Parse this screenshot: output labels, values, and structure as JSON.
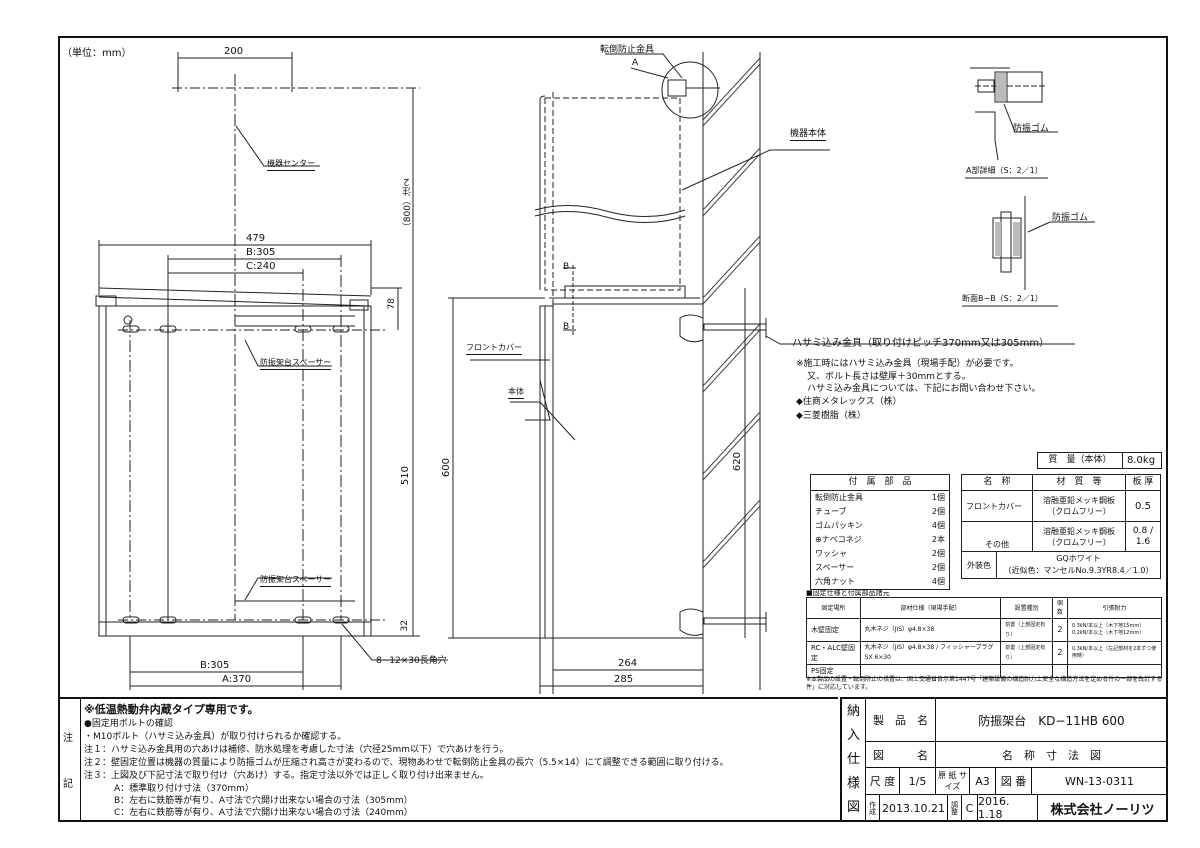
{
  "unit_label": "（単位：mm）",
  "front_view": {
    "dim_top": "200",
    "center_label": "機器センター",
    "dim_800": "（800）注２",
    "dim_479": "479",
    "dim_b305_top": "B:305",
    "dim_c240": "C:240",
    "dim_78": "78",
    "spacer_upper": "防振架台スペーサー",
    "spacer_lower": "防振架台スペーサー",
    "dim_510": "510",
    "dim_32": "32",
    "slot_label": "8−12×30長角穴",
    "dim_b305_bottom": "B:305",
    "dim_a370": "A:370"
  },
  "side_view": {
    "tip_bracket": "転倒防止金具",
    "label_a": "A",
    "unit_body_label": "機器本体",
    "section_b_top": "B",
    "section_b_bottom": "B",
    "front_cover": "フロントカバー",
    "main_body": "本体",
    "dim_600": "600",
    "dim_620": "620",
    "dim_264": "264",
    "dim_285": "285"
  },
  "detail_a": {
    "rubber": "防振ゴム",
    "caption": "A部詳細（S：2／1）"
  },
  "section_bb": {
    "rubber": "防振ゴム",
    "caption": "断面B−B（S：2／1）"
  },
  "clamp_note": {
    "title": "ハサミ込み金具（取り付けピッチ370mm又は305mm）",
    "lines": [
      "※施工時にはハサミ込み金具（現場手配）が必要です。",
      "又、ボルト長さは壁厚＋30mmとする。",
      "ハサミ込み金具については、下記にお問い合わせ下さい。"
    ],
    "suppliers": [
      "◆住商メタレックス（株）",
      "◆三菱樹脂（株）"
    ]
  },
  "mass": {
    "label": "質　量（本体）",
    "value": "8.0kg"
  },
  "accessories": {
    "header": "付　属　部　品",
    "items": [
      {
        "name": "転倒防止金具",
        "qty": "1個"
      },
      {
        "name": "チューブ",
        "qty": "2個"
      },
      {
        "name": "ゴムパッキン",
        "qty": "4個"
      },
      {
        "name": "⊕ナベコネジ",
        "qty": "2本"
      },
      {
        "name": "ワッシャ",
        "qty": "2個"
      },
      {
        "name": "スペーサー",
        "qty": "2個"
      },
      {
        "name": "六角ナット",
        "qty": "4個"
      }
    ]
  },
  "materials": {
    "headers": [
      "名　称",
      "材　質　等",
      "板 厚"
    ],
    "rows": [
      {
        "name": "フロントカバー",
        "material": "溶融亜鉛メッキ鋼板（クロムフリー）",
        "thickness": "0.5"
      },
      {
        "name": "その他",
        "material": "溶融亜鉛メッキ鋼板（クロムフリー）",
        "thickness": "0.8 / 1.6"
      }
    ],
    "finish_label": "外装色",
    "finish_value": "GQホワイト",
    "finish_note": "（近似色：マンセルNo.9.3YR8.4／1.0）"
  },
  "fixing_table": {
    "title": "■固定仕様と付属部品諸元",
    "headers": [
      "固定場所",
      "部材仕様（現場手配）",
      "設置種別",
      "個数",
      "引張耐力"
    ],
    "rows": [
      {
        "place": "木壁固定",
        "spec": "丸木ネジ（JIS）φ4.8×38",
        "type": "前置（上部固定有り）",
        "count": "2",
        "strength": [
          "0.3kN/本以上（木下地15mm）",
          "0.2kN/本以上（木下地12mm）"
        ]
      },
      {
        "place": "RC・ALC壁固定",
        "spec": "丸木ネジ（JIS）φ4.8×38 / フィッシャープラグSX 6×30",
        "type": "前置（上部固定有り）",
        "count": "2",
        "strength": [
          "0.3kN/本以上（左記部材を2本ずつ使用時）"
        ]
      },
      {
        "place": "PS固定",
        "spec": "",
        "type": "",
        "count": "",
        "strength": []
      }
    ],
    "footnote": "※本製品の設置・転倒防止の措置は、国土交通省告示第1447号「建築設備の構造耐力上安全な構造方法を定める件の一部を改訂する件」に対応しています。"
  },
  "notes": {
    "side_label_1": "注",
    "side_label_2": "記",
    "lines": [
      "※低温熱動弁内蔵タイプ専用です。",
      "●固定用ボルトの確認",
      "・M10ボルト（ハサミ込み金具）が取り付けられるか確認する。",
      "注１：ハサミ込み金具用の穴あけは補修、防水処理を考慮した寸法（穴径25mm以下）で穴あけを行う。",
      "注２：壁固定位置は機器の質量により防振ゴムが圧縮され高さが変わるので、現物あわせで転倒防止金具の長穴（5.5×14）にて調整できる範囲に取り付ける。",
      "注３：上図及び下記寸法で取り付け（穴あけ）する。指定寸法以外では正しく取り付け出来ません。",
      "A：標準取り付け寸法（370mm）",
      "B：左右に鉄筋等が有り、A寸法で穴開け出来ない場合の寸法（305mm）",
      "C：左右に鉄筋等が有り、A寸法で穴開け出来ない場合の寸法（240mm）"
    ]
  },
  "title_block": {
    "doc_type": [
      "納",
      "入",
      "仕",
      "様",
      "図"
    ],
    "product_label": "製　品　名",
    "product_value": "防振架台　KD−11HB 600",
    "drawing_label": "図　　　名",
    "drawing_value": "名　称　寸　法　図",
    "scale_label": "尺 度",
    "scale_value": "1/5",
    "paper_label": "原 紙 サイズ",
    "paper_value": "A3",
    "number_label": "図 番",
    "number_value": "WN-13-0311",
    "created_label": "作成",
    "created_value": "2013.10.21",
    "revised_label": "調整",
    "revision": "C",
    "revised_value": "2016. 1.18",
    "company": "株式会社ノーリツ"
  }
}
